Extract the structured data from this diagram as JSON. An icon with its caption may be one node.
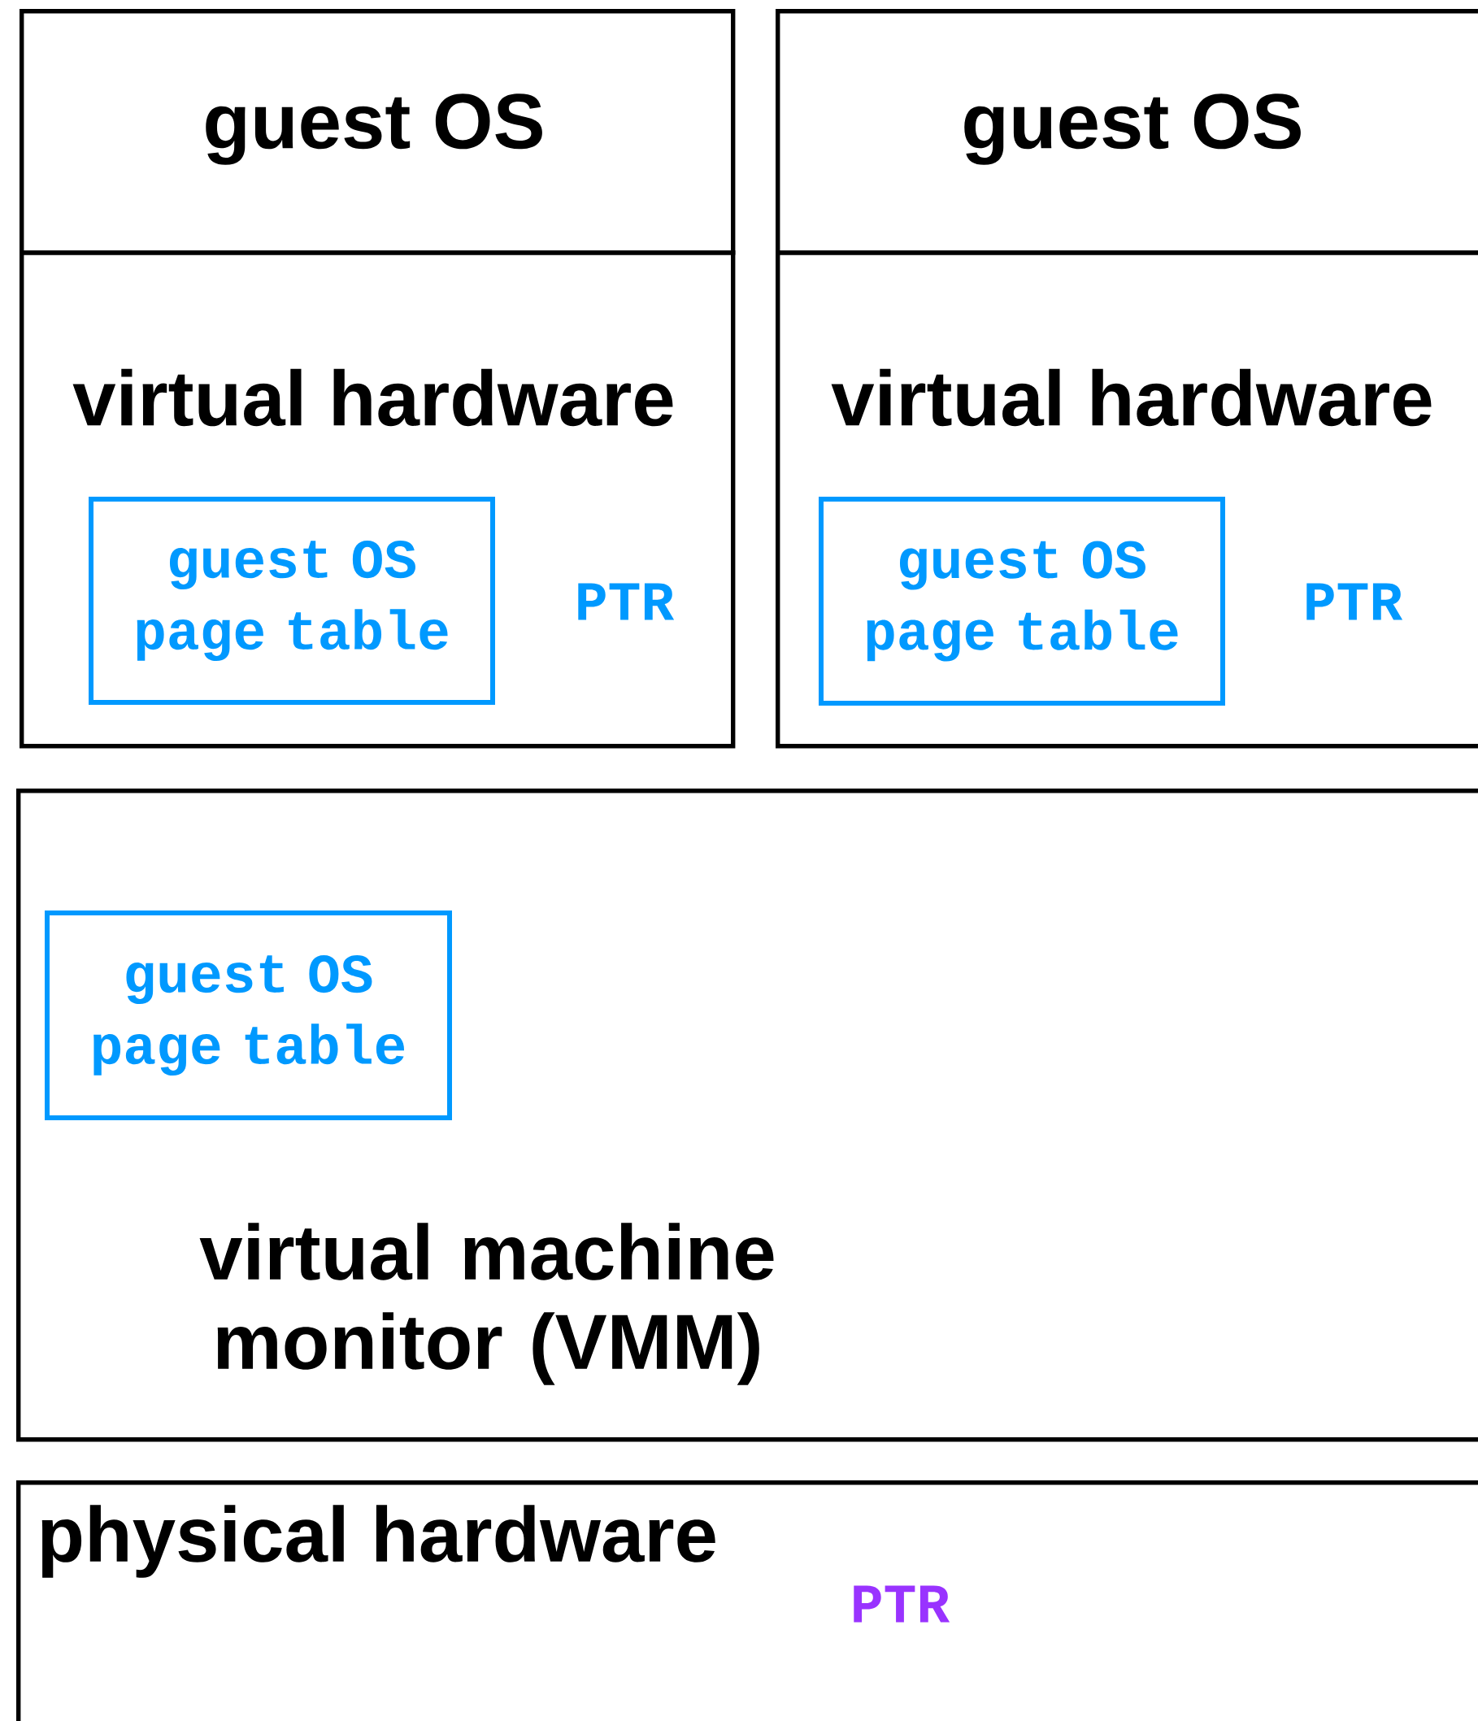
{
  "diagram": {
    "nodes": [
      {
        "text": [
          "guest OS"
        ]
      },
      {
        "text": [
          "virtual hardware"
        ]
      },
      {
        "text": [
          "guest OS page table"
        ],
        "in": 1
      },
      {
        "text": [
          "guest OS"
        ]
      },
      {
        "text": [
          "virtual hardware"
        ]
      },
      {
        "text": [
          "guest OS page table"
        ],
        "in": 4
      },
      {
        "text": [
          "virtual machine monitor (VMM)"
        ]
      },
      {
        "text": [
          "guest OS page table"
        ],
        "in": 6
      },
      {
        "text": [
          "physical hardware"
        ]
      }
    ],
    "labels": [
      "PTR",
      "PTR",
      "PTR"
    ]
  }
}
